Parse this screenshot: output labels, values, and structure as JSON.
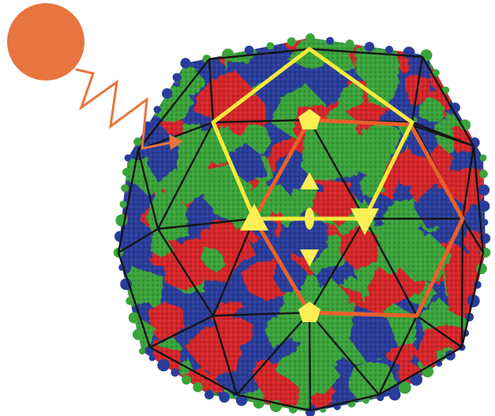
{
  "colors": {
    "background": "#ffffff",
    "sun": "#e8743f",
    "ray": "#e8743f",
    "subunit_blue": "#2a3d9c",
    "subunit_red": "#d6282a",
    "subunit_green": "#3aa43a",
    "lattice": "#151515",
    "yellow_outline": "#f5ea3c",
    "orange_outline": "#e8612a",
    "symbol_fill": "#fbef55"
  },
  "icons": {
    "sun": "circle",
    "ray": "zigzag-arrow",
    "fivefold": "pentagon",
    "threefold": "triangle",
    "twofold": "ellipse"
  }
}
